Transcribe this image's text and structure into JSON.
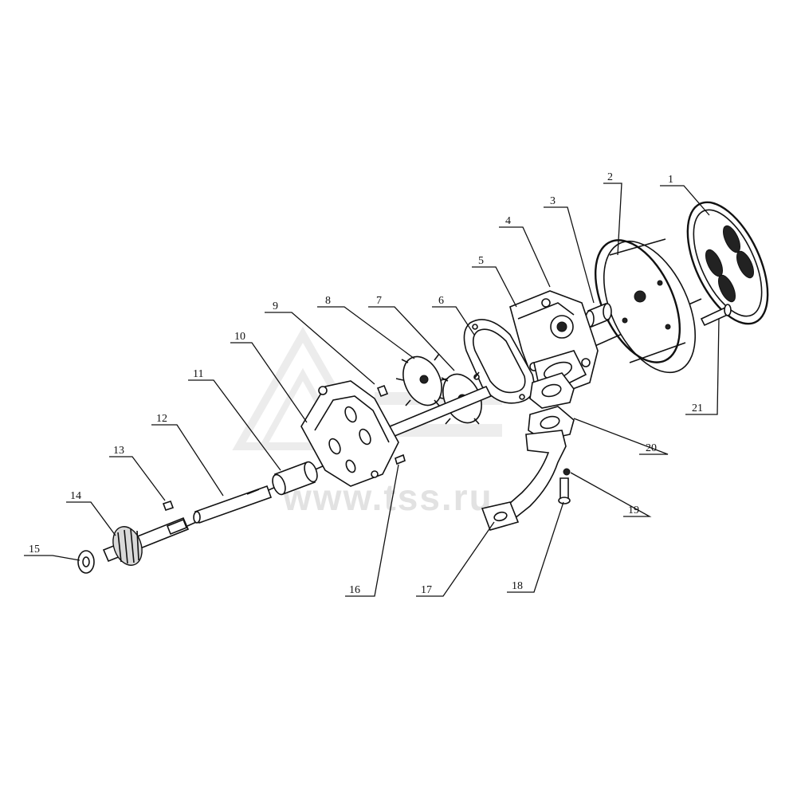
{
  "watermark": {
    "text": "www.tss.ru"
  },
  "callouts": {
    "c1": "1",
    "c2": "2",
    "c3": "3",
    "c4": "4",
    "c5": "5",
    "c6": "6",
    "c7": "7",
    "c8": "8",
    "c9": "9",
    "c10": "10",
    "c11": "11",
    "c12": "12",
    "c13": "13",
    "c14": "14",
    "c15": "15",
    "c16": "16",
    "c17": "17",
    "c18": "18",
    "c19": "19",
    "c20": "20",
    "c21": "21"
  }
}
